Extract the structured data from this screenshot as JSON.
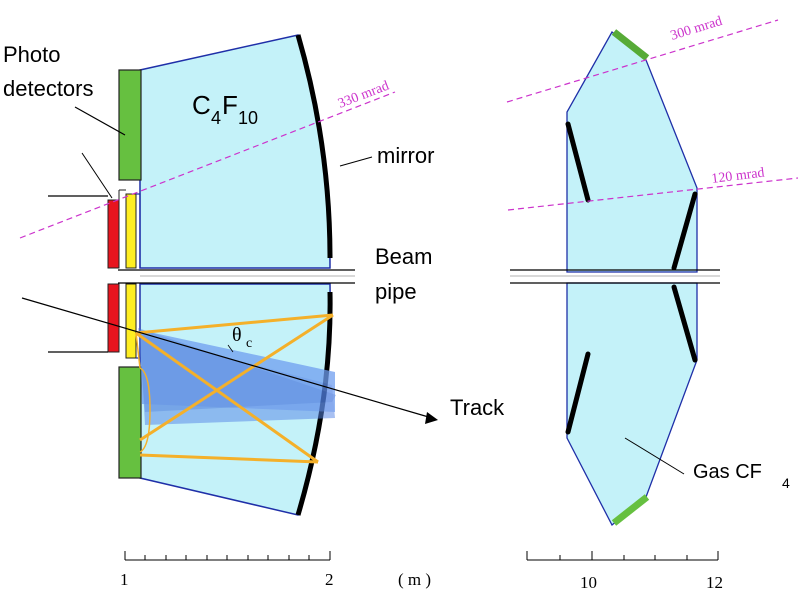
{
  "labels": {
    "photo_detectors_line1": "Photo",
    "photo_detectors_line2": "detectors",
    "radiator_c": "C",
    "radiator_sub4": "4",
    "radiator_f": "F",
    "radiator_sub10": "10",
    "mirror": "mirror",
    "beam_pipe_line1": "Beam",
    "beam_pipe_line2": "pipe",
    "track": "Track",
    "theta": "θ",
    "theta_sub": "c",
    "gas_label": "Gas CF",
    "gas_sub": "4",
    "angle_330": "330  mrad",
    "angle_300": "300  mrad",
    "angle_120": "120  mrad"
  },
  "scales": {
    "left": {
      "ticks": [
        "1",
        "2"
      ],
      "unit": "( m )"
    },
    "right": {
      "ticks": [
        "10",
        "12"
      ]
    }
  },
  "colors": {
    "radiator_fill": "#c4f2f9",
    "outline_blue": "#1f2fa8",
    "photodetector_green": "#66c040",
    "red_window": "#e8141e",
    "yellow_window": "#ffee22",
    "photon_orange": "#f4b02a",
    "cone_blue": "#6f9ef0",
    "angle_magenta": "#cc33cc"
  }
}
